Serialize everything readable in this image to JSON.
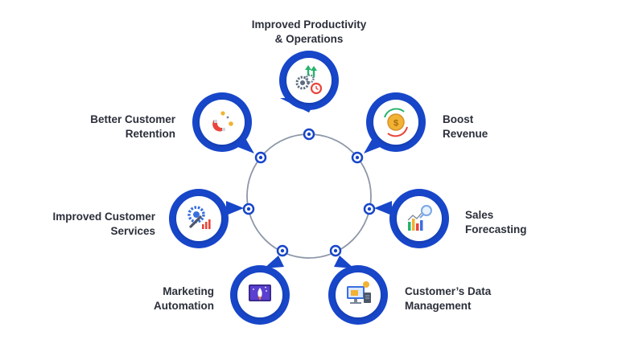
{
  "colors": {
    "primary_blue": "#1746c9",
    "ring_line": "#8d97a8",
    "text": "#2b2f3a",
    "background": "#ffffff"
  },
  "benefits": [
    {
      "id": "productivity",
      "lines": [
        "Improved Productivity",
        "& Operations"
      ],
      "icon": "gears-growth-icon"
    },
    {
      "id": "revenue",
      "lines": [
        "Boost",
        "Revenue"
      ],
      "icon": "coin-cycle-icon"
    },
    {
      "id": "forecasting",
      "lines": [
        "Sales",
        "Forecasting"
      ],
      "icon": "chart-magnifier-icon"
    },
    {
      "id": "data-management",
      "lines": [
        "Customer’s Data",
        "Management"
      ],
      "icon": "monitor-database-icon"
    },
    {
      "id": "marketing",
      "lines": [
        "Marketing",
        "Automation"
      ],
      "icon": "rocket-screen-icon"
    },
    {
      "id": "services",
      "lines": [
        "Improved Customer",
        "Services"
      ],
      "icon": "wrench-gear-icon"
    },
    {
      "id": "retention",
      "lines": [
        "Better Customer",
        "Retention"
      ],
      "icon": "magnet-icon"
    }
  ]
}
